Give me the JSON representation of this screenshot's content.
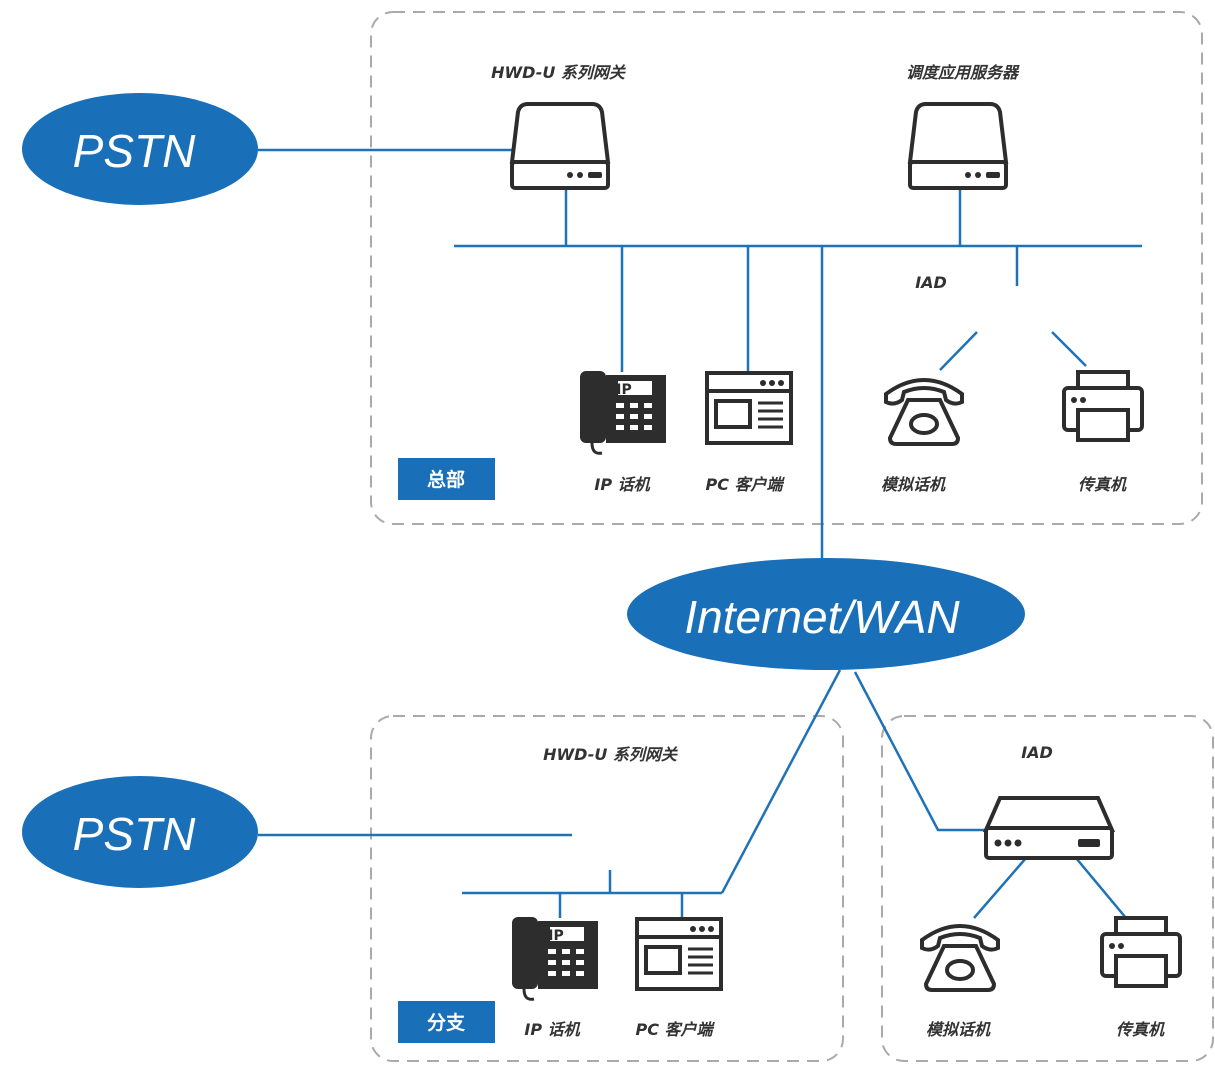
{
  "clouds": {
    "pstn_top": "PSTN",
    "pstn_bottom": "PSTN",
    "internet": "Internet/WAN"
  },
  "hq": {
    "tag": "总部",
    "gateway_label": "HWD-U 系列网关",
    "server_label": "调度应用服务器",
    "iad_label": "IAD",
    "ip_phone_label": "IP 话机",
    "pc_client_label": "PC 客户端",
    "analog_phone_label": "模拟话机",
    "fax_label": "传真机"
  },
  "branch": {
    "tag": "分支",
    "gateway_label": "HWD-U 系列网关",
    "ip_phone_label": "IP 话机",
    "pc_client_label": "PC 客户端"
  },
  "remote": {
    "iad_label": "IAD",
    "analog_phone_label": "模拟话机",
    "fax_label": "传真机"
  },
  "ip_badge": "IP",
  "colors": {
    "network_line": "#1e73b8",
    "cloud_fill": "#1a70b8",
    "tag_fill": "#1a70b8",
    "device_stroke": "#2d2d2d",
    "frame_stroke": "#aaaaaa"
  },
  "icons": [
    "gateway-icon",
    "server-icon",
    "ip-phone-icon",
    "pc-client-icon",
    "analog-phone-icon",
    "fax-icon",
    "iad-device-icon"
  ]
}
